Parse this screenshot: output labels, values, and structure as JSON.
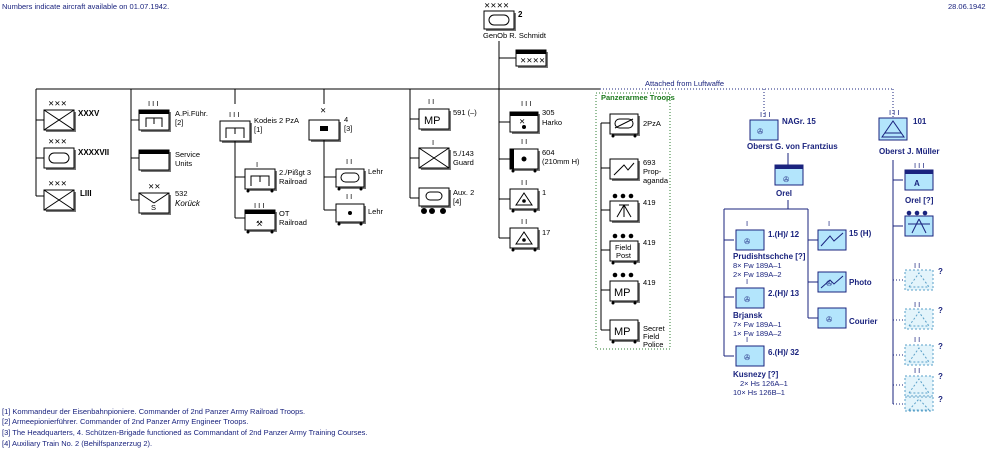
{
  "header": {
    "note": "Numbers indicate aircraft available on 01.07.1942.",
    "date": "28.06.1942"
  },
  "hq": {
    "number": "2",
    "commander": "GenOb  R. Schmidt"
  },
  "luftwaffe_label": "Attached from Luftwaffe",
  "corps": [
    {
      "label": "XXXV"
    },
    {
      "label": "XXXXVII"
    },
    {
      "label": "LIII"
    }
  ],
  "engineer": {
    "apifuhr": "A.Pi.Führ.",
    "apifuhr_note": "[2]",
    "service_1": "Service",
    "service_2": "Units",
    "korueck_num": "532",
    "korueck": "Korück",
    "korueck_symbol": "S"
  },
  "railroad": {
    "kodeis_1": "Kodeis 2 PzA",
    "kodeis_2": "[1]",
    "pirgt_1": "2./Pißgt 3",
    "pirgt_2": "Railroad",
    "ot_1": "OT",
    "ot_2": "Railroad"
  },
  "training": {
    "num": "4",
    "note": "[3]",
    "lehr1": "Lehr",
    "lehr2": "Lehr"
  },
  "security": {
    "mp": "591 (–)",
    "mp_symbol": "MP",
    "guard_1": "5./143",
    "guard_2": "Guard",
    "aux_1": "Aux. 2",
    "aux_2": "[4]"
  },
  "artillery": {
    "harko_num": "305",
    "harko": "Harko",
    "h604_1": "604",
    "h604_2": "(210mm H)",
    "a1": "1",
    "a17": "17"
  },
  "panzerarmee": {
    "title": "Panzerarmee Troops",
    "items": [
      {
        "l1": "2PzA",
        "l2": "",
        "l3": ""
      },
      {
        "l1": "693",
        "l2": "Prop-",
        "l3": "aganda"
      },
      {
        "l1": "419",
        "l2": "",
        "l3": ""
      },
      {
        "l1": "419",
        "l2": "",
        "l3": "",
        "sym1": "Field",
        "sym2": "Post"
      },
      {
        "l1": "419",
        "l2": "",
        "l3": "",
        "sym1": "MP"
      },
      {
        "l1": "Secret",
        "l2": "Field",
        "l3": "Police",
        "sym1": "MP"
      }
    ]
  },
  "nagr": {
    "title": "NAGr. 15",
    "commander": "Oberst  G. von Frantzius",
    "orel": "Orel",
    "units": [
      {
        "name": "1.(H)/ 12",
        "loc": "Prudishtschche [?]",
        "a1": "8× Fw 189A–1",
        "a2": "2× Fw 189A–2"
      },
      {
        "name": "2.(H)/ 13",
        "loc": "Brjansk",
        "a1": "7× Fw 189A–1",
        "a2": "1× Fw 189A–2"
      },
      {
        "name": "6.(H)/ 32",
        "loc": "Kusnezy [?]",
        "a1": "2× Hs 126A–1",
        "a2": "10× Hs 126B–1"
      }
    ],
    "right_units": [
      {
        "name": "15 (H)"
      },
      {
        "name": "Photo"
      },
      {
        "name": "Courier"
      }
    ]
  },
  "flak": {
    "num": "101",
    "commander": "Oberst  J. Müller",
    "orel": "Orel [?]",
    "ghost_labels": [
      "?",
      "?",
      "?",
      "?",
      "?"
    ]
  },
  "footnotes": [
    "[1] Kommandeur der Eisenbahnpioniere. Commander of 2nd Panzer Army Railroad Troops.",
    "[2] Armeepionierführer. Commander of 2nd Panzer Army Engineer Troops.",
    "[3] The Headquarters, 4. Schützen-Brigade functioned as Commandant of 2nd Panzer Army Training Courses.",
    "[4] Auxiliary Train No. 2 (Behilfspanzerzug 2)."
  ]
}
